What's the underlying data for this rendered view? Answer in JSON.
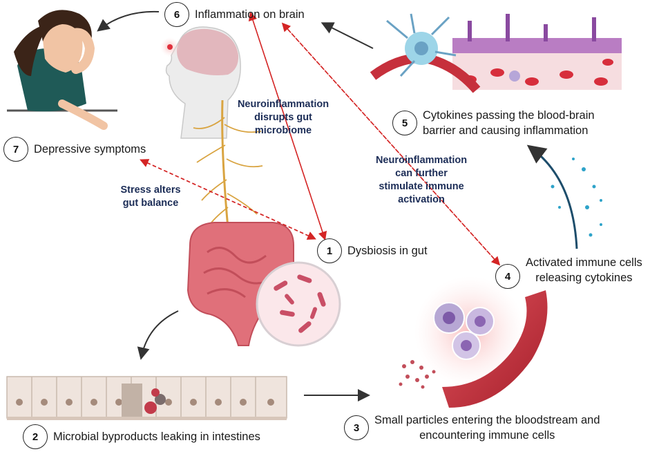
{
  "steps": [
    {
      "number": "1",
      "label": "Dysbiosis in gut"
    },
    {
      "number": "2",
      "label": "Microbial byproducts leaking in intestines"
    },
    {
      "number": "3",
      "lines": [
        "Small particles entering the bloodstream and",
        "encountering immune cells"
      ]
    },
    {
      "number": "4",
      "lines": [
        "Activated immune cells",
        "releasing cytokines"
      ]
    },
    {
      "number": "5",
      "lines": [
        "Cytokines passing the blood-brain",
        "barrier and causing inflammation"
      ]
    },
    {
      "number": "6",
      "label": "Inflammation on brain"
    },
    {
      "number": "7",
      "label": "Depressive symptoms"
    }
  ],
  "annotations": {
    "neuro_gut": [
      "Neuroinflammation",
      "disrupts gut",
      "microbiome"
    ],
    "stress": [
      "Stress alters",
      "gut balance"
    ],
    "neuro_immune": [
      "Neuroinflammation",
      "can further",
      "stimulate immune",
      "activation"
    ]
  },
  "colors": {
    "dashed_arrow": "#d42525",
    "solid_arrow": "#333333",
    "annotation_text": "#1c2d57",
    "intestine": "#e0707a",
    "nerve": "#d9a441",
    "blood_vessel": "#c6303c"
  }
}
